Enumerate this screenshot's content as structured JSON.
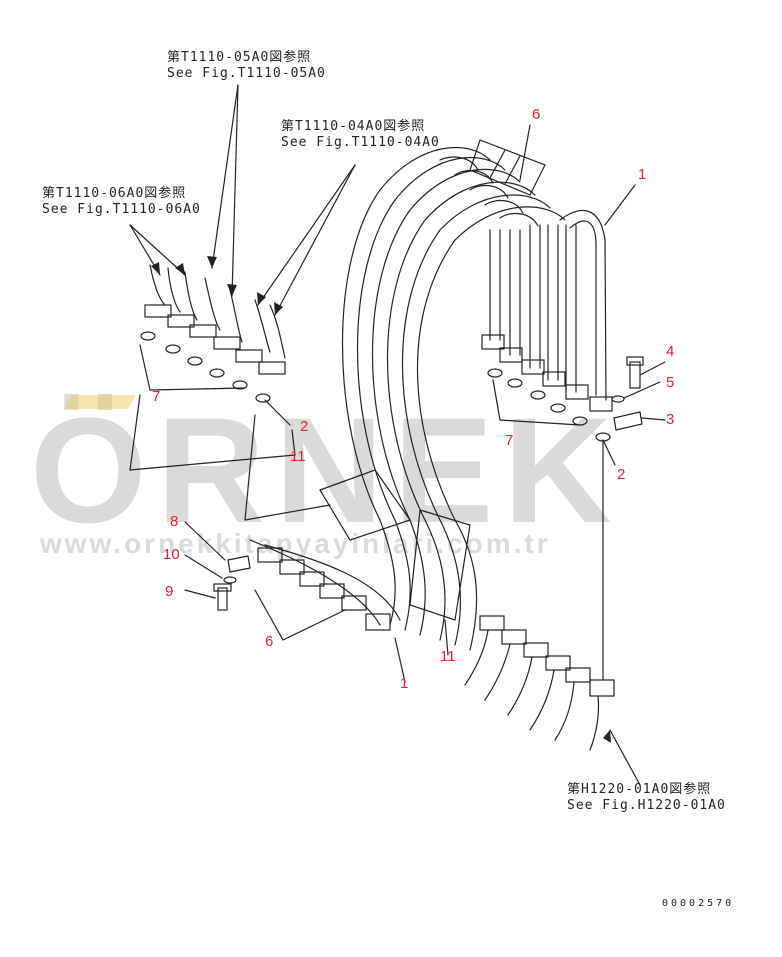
{
  "references": {
    "fig_05a0": {
      "jp": "第T1110-05A0図参照",
      "en": "See Fig.T1110-05A0"
    },
    "fig_04a0": {
      "jp": "第T1110-04A0図参照",
      "en": "See Fig.T1110-04A0"
    },
    "fig_06a0": {
      "jp": "第T1110-06A0図参照",
      "en": "See Fig.T1110-06A0"
    },
    "fig_h1220": {
      "jp": "第H1220-01A0図参照",
      "en": "See Fig.H1220-01A0"
    }
  },
  "part_numbers": {
    "p1_top": "1",
    "p6_top": "6",
    "p4": "4",
    "p5": "5",
    "p3": "3",
    "p7_left": "7",
    "p7_right": "7",
    "p2_left": "2",
    "p2_right": "2",
    "p11_left": "11",
    "p11_bottom": "11",
    "p8": "8",
    "p10": "10",
    "p9": "9",
    "p6_bottom": "6",
    "p1_bottom": "1"
  },
  "drawing_code": "00002570",
  "watermark": {
    "big": "ÖRNEK",
    "small": "www.ornekkitapyayinlari.com.tr"
  },
  "colors": {
    "callout": "#d9262c",
    "line": "#222222",
    "watermark": "#969696"
  }
}
